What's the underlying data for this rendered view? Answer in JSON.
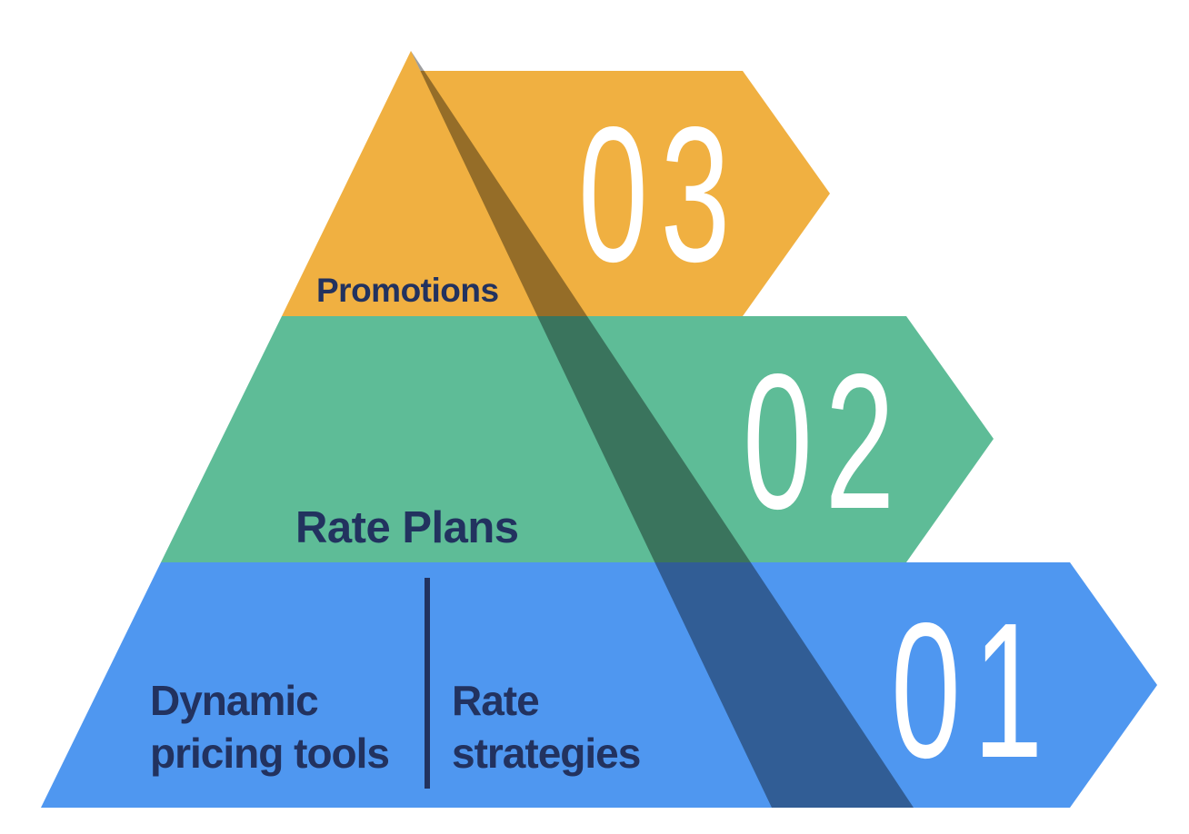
{
  "diagram": {
    "type": "pyramid-with-arrow-banners",
    "background_color": "#FFFFFF",
    "text_color": "#22325F",
    "number_color": "#FFFFFF",
    "divider_color": "#22325F",
    "shadow_color": "#000000",
    "shadow_opacity": "0.38",
    "levels": [
      {
        "number": "03",
        "label": "Promotions",
        "color": "#F0B041"
      },
      {
        "number": "02",
        "label": "Rate Plans",
        "color": "#5EBC97"
      },
      {
        "number": "01",
        "label_left": [
          "Dynamic",
          "pricing tools"
        ],
        "label_right": [
          "Rate",
          "strategies"
        ],
        "color": "#4F97F0"
      }
    ]
  }
}
